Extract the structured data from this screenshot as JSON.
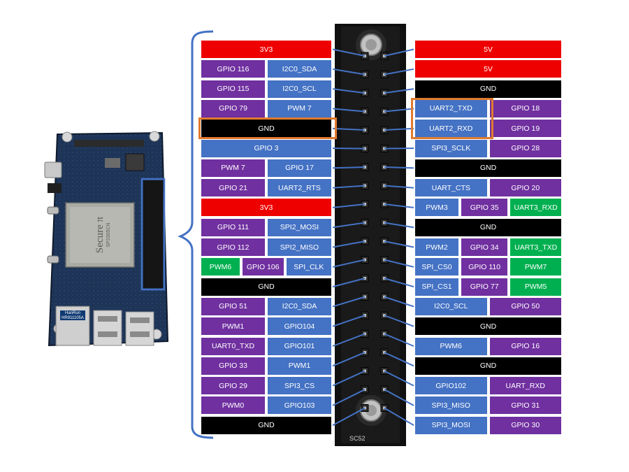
{
  "colors": {
    "power": "#ee0000",
    "ground": "#000000",
    "gpio": "#7030a0",
    "function": "#4472c4",
    "alt": "#00b050",
    "highlight": "#e07a2e",
    "bracket": "#4472c4",
    "wire": "#4472c4"
  },
  "board": {
    "chip_brand": "Secure π",
    "chip_model": "SP2305CN",
    "ethernet_brand": "HanRun",
    "ethernet_model": "HR911105A"
  },
  "header_silk": {
    "label_1": "SC52"
  },
  "left_pins": [
    [
      {
        "text": "3V3",
        "kind": "power"
      }
    ],
    [
      {
        "text": "GPIO 116",
        "kind": "gpio"
      },
      {
        "text": "I2C0_SDA",
        "kind": "function"
      }
    ],
    [
      {
        "text": "GPIO 115",
        "kind": "gpio"
      },
      {
        "text": "I2C0_SCL",
        "kind": "function"
      }
    ],
    [
      {
        "text": "GPIO 79",
        "kind": "gpio"
      },
      {
        "text": "PWM 7",
        "kind": "function"
      }
    ],
    [
      {
        "text": "GND",
        "kind": "ground"
      }
    ],
    [
      {
        "text": "GPIO 3",
        "kind": "function"
      }
    ],
    [
      {
        "text": "PWM 7",
        "kind": "gpio"
      },
      {
        "text": "GPIO 17",
        "kind": "function"
      }
    ],
    [
      {
        "text": "GPIO 21",
        "kind": "gpio"
      },
      {
        "text": "UART2_RTS",
        "kind": "function"
      }
    ],
    [
      {
        "text": "3V3",
        "kind": "power"
      }
    ],
    [
      {
        "text": "GPIO 111",
        "kind": "gpio"
      },
      {
        "text": "SPI2_MOSI",
        "kind": "function"
      }
    ],
    [
      {
        "text": "GPIO 112",
        "kind": "gpio"
      },
      {
        "text": "SPI2_MISO",
        "kind": "function"
      }
    ],
    [
      {
        "text": "PWM6",
        "kind": "alt"
      },
      {
        "text": "GPIO 106",
        "kind": "gpio"
      },
      {
        "text": "SPI_CLK",
        "kind": "function"
      }
    ],
    [
      {
        "text": "GND",
        "kind": "ground"
      }
    ],
    [
      {
        "text": "GPIO 51",
        "kind": "gpio"
      },
      {
        "text": "I2C0_SDA",
        "kind": "function"
      }
    ],
    [
      {
        "text": "PWM1",
        "kind": "gpio"
      },
      {
        "text": "GPIO104",
        "kind": "function"
      }
    ],
    [
      {
        "text": "UART0_TXD",
        "kind": "gpio"
      },
      {
        "text": "GPIO101",
        "kind": "function"
      }
    ],
    [
      {
        "text": "GPIO 33",
        "kind": "gpio"
      },
      {
        "text": "PWM1",
        "kind": "function"
      }
    ],
    [
      {
        "text": "GPIO 29",
        "kind": "gpio"
      },
      {
        "text": "SPI3_CS",
        "kind": "function"
      }
    ],
    [
      {
        "text": "PWM0",
        "kind": "gpio"
      },
      {
        "text": "GPIO103",
        "kind": "function"
      }
    ],
    [
      {
        "text": "GND",
        "kind": "ground"
      }
    ]
  ],
  "right_pins": [
    [
      {
        "text": "5V",
        "kind": "power"
      }
    ],
    [
      {
        "text": "5V",
        "kind": "power"
      }
    ],
    [
      {
        "text": "GND",
        "kind": "ground"
      }
    ],
    [
      {
        "text": "UART2_TXD",
        "kind": "function"
      },
      {
        "text": "GPIO 18",
        "kind": "gpio"
      }
    ],
    [
      {
        "text": "UART2_RXD",
        "kind": "function"
      },
      {
        "text": "GPIO 19",
        "kind": "gpio"
      }
    ],
    [
      {
        "text": "SPI3_SCLK",
        "kind": "function"
      },
      {
        "text": "GPIO 28",
        "kind": "gpio"
      }
    ],
    [
      {
        "text": "GND",
        "kind": "ground"
      }
    ],
    [
      {
        "text": "UART_CTS",
        "kind": "function"
      },
      {
        "text": "GPIO 20",
        "kind": "gpio"
      }
    ],
    [
      {
        "text": "PWM3",
        "kind": "function"
      },
      {
        "text": "GPIO 35",
        "kind": "gpio"
      },
      {
        "text": "UART3_RXD",
        "kind": "alt"
      }
    ],
    [
      {
        "text": "GND",
        "kind": "ground"
      }
    ],
    [
      {
        "text": "PWM2",
        "kind": "function"
      },
      {
        "text": "GPIO 34",
        "kind": "gpio"
      },
      {
        "text": "UART3_TXD",
        "kind": "alt"
      }
    ],
    [
      {
        "text": "SPI_CS0",
        "kind": "function"
      },
      {
        "text": "GPIO 110",
        "kind": "gpio"
      },
      {
        "text": "PWM7",
        "kind": "alt"
      }
    ],
    [
      {
        "text": "SPI_CS1",
        "kind": "function"
      },
      {
        "text": "GPIO 77",
        "kind": "gpio"
      },
      {
        "text": "PWM5",
        "kind": "alt"
      }
    ],
    [
      {
        "text": "I2C0_SCL",
        "kind": "function"
      },
      {
        "text": "GPIO 50",
        "kind": "gpio"
      }
    ],
    [
      {
        "text": "GND",
        "kind": "ground"
      }
    ],
    [
      {
        "text": "PWM6",
        "kind": "function"
      },
      {
        "text": "GPIO 16",
        "kind": "gpio"
      }
    ],
    [
      {
        "text": "GND",
        "kind": "ground"
      }
    ],
    [
      {
        "text": "GPIO102",
        "kind": "function"
      },
      {
        "text": "UART_RXD",
        "kind": "gpio"
      }
    ],
    [
      {
        "text": "SPI3_MISO",
        "kind": "function"
      },
      {
        "text": "GPIO 31",
        "kind": "gpio"
      }
    ],
    [
      {
        "text": "SPI3_MOSI",
        "kind": "function"
      },
      {
        "text": "GPIO 30",
        "kind": "gpio"
      }
    ]
  ],
  "highlights": [
    {
      "side": "left",
      "from_row": 4,
      "to_row": 4
    },
    {
      "side": "right",
      "from_row": 3,
      "to_row": 4
    }
  ]
}
